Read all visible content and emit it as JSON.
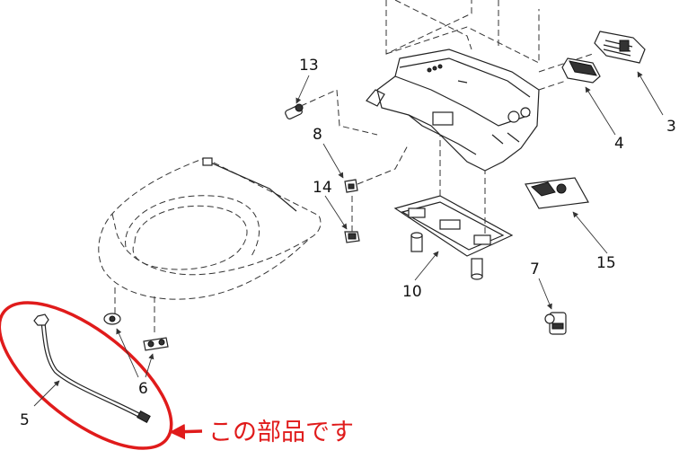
{
  "diagram": {
    "part_numbers": {
      "p3": "3",
      "p4": "4",
      "p5": "5",
      "p6": "6",
      "p7": "7",
      "p8": "8",
      "p10": "10",
      "p13": "13",
      "p14": "14",
      "p15": "15"
    },
    "annotation": "この部品です",
    "highlight_color": "#e01b1b"
  }
}
